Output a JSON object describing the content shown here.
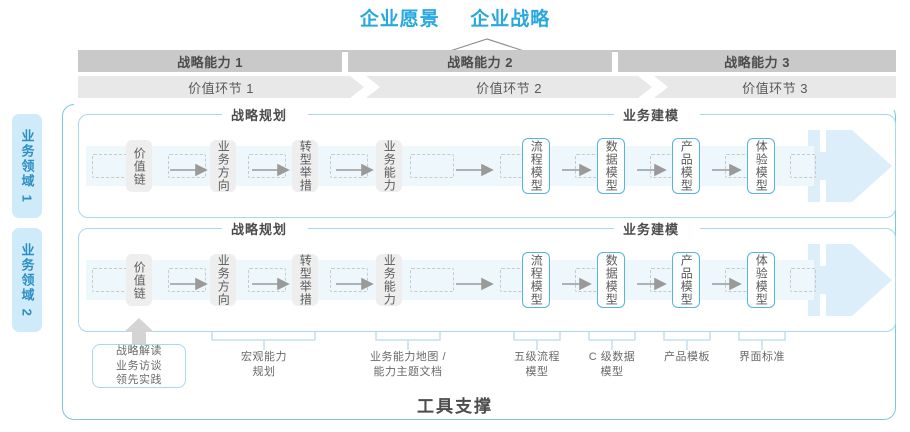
{
  "header": {
    "vision_label": "企业愿景",
    "strategy_label": "企业战略"
  },
  "capability_bands": [
    {
      "label": "战略能力 1"
    },
    {
      "label": "战略能力 2"
    },
    {
      "label": "战略能力 3"
    }
  ],
  "value_bands": [
    {
      "label": "价值环节 1"
    },
    {
      "label": "价值环节 2"
    },
    {
      "label": "价值环节 3"
    }
  ],
  "side_labels": [
    {
      "label": "业务领域 1"
    },
    {
      "label": "业务领域 2"
    }
  ],
  "sections": {
    "planning_caption": "战略规划",
    "modeling_caption": "业务建模"
  },
  "flow_boxes": {
    "planning": [
      {
        "label": "价值链"
      },
      {
        "label": "业务方向"
      },
      {
        "label": "转型举措"
      },
      {
        "label": "业务能力"
      }
    ],
    "modeling": [
      {
        "label": "流程模型"
      },
      {
        "label": "数据模型"
      },
      {
        "label": "产品模型"
      },
      {
        "label": "体验模型"
      }
    ]
  },
  "tooling": {
    "title": "工具支撑",
    "source_box": "战略解读\n业务访谈\n领先实践",
    "source_box_lines": [
      "战略解读",
      "业务访谈",
      "领先实践"
    ],
    "notes": [
      {
        "lines": [
          "宏观能力",
          "规划"
        ]
      },
      {
        "lines": [
          "业务能力地图 /",
          "能力主题文档"
        ]
      },
      {
        "lines": [
          "五级流程",
          "模型"
        ]
      },
      {
        "lines": [
          "C 级数据",
          "模型"
        ]
      },
      {
        "lines": [
          "产品模板"
        ]
      },
      {
        "lines": [
          "界面标准"
        ]
      }
    ]
  },
  "colors": {
    "accent_blue": "#29a8e0",
    "light_blue_fill": "#cfeaf8",
    "band_dark": "#c9c9c9",
    "band_light": "#e8e8e8",
    "box_gray": "#eeeeee",
    "model_border": "#55b4e2",
    "text_gray": "#5a5a5a"
  }
}
